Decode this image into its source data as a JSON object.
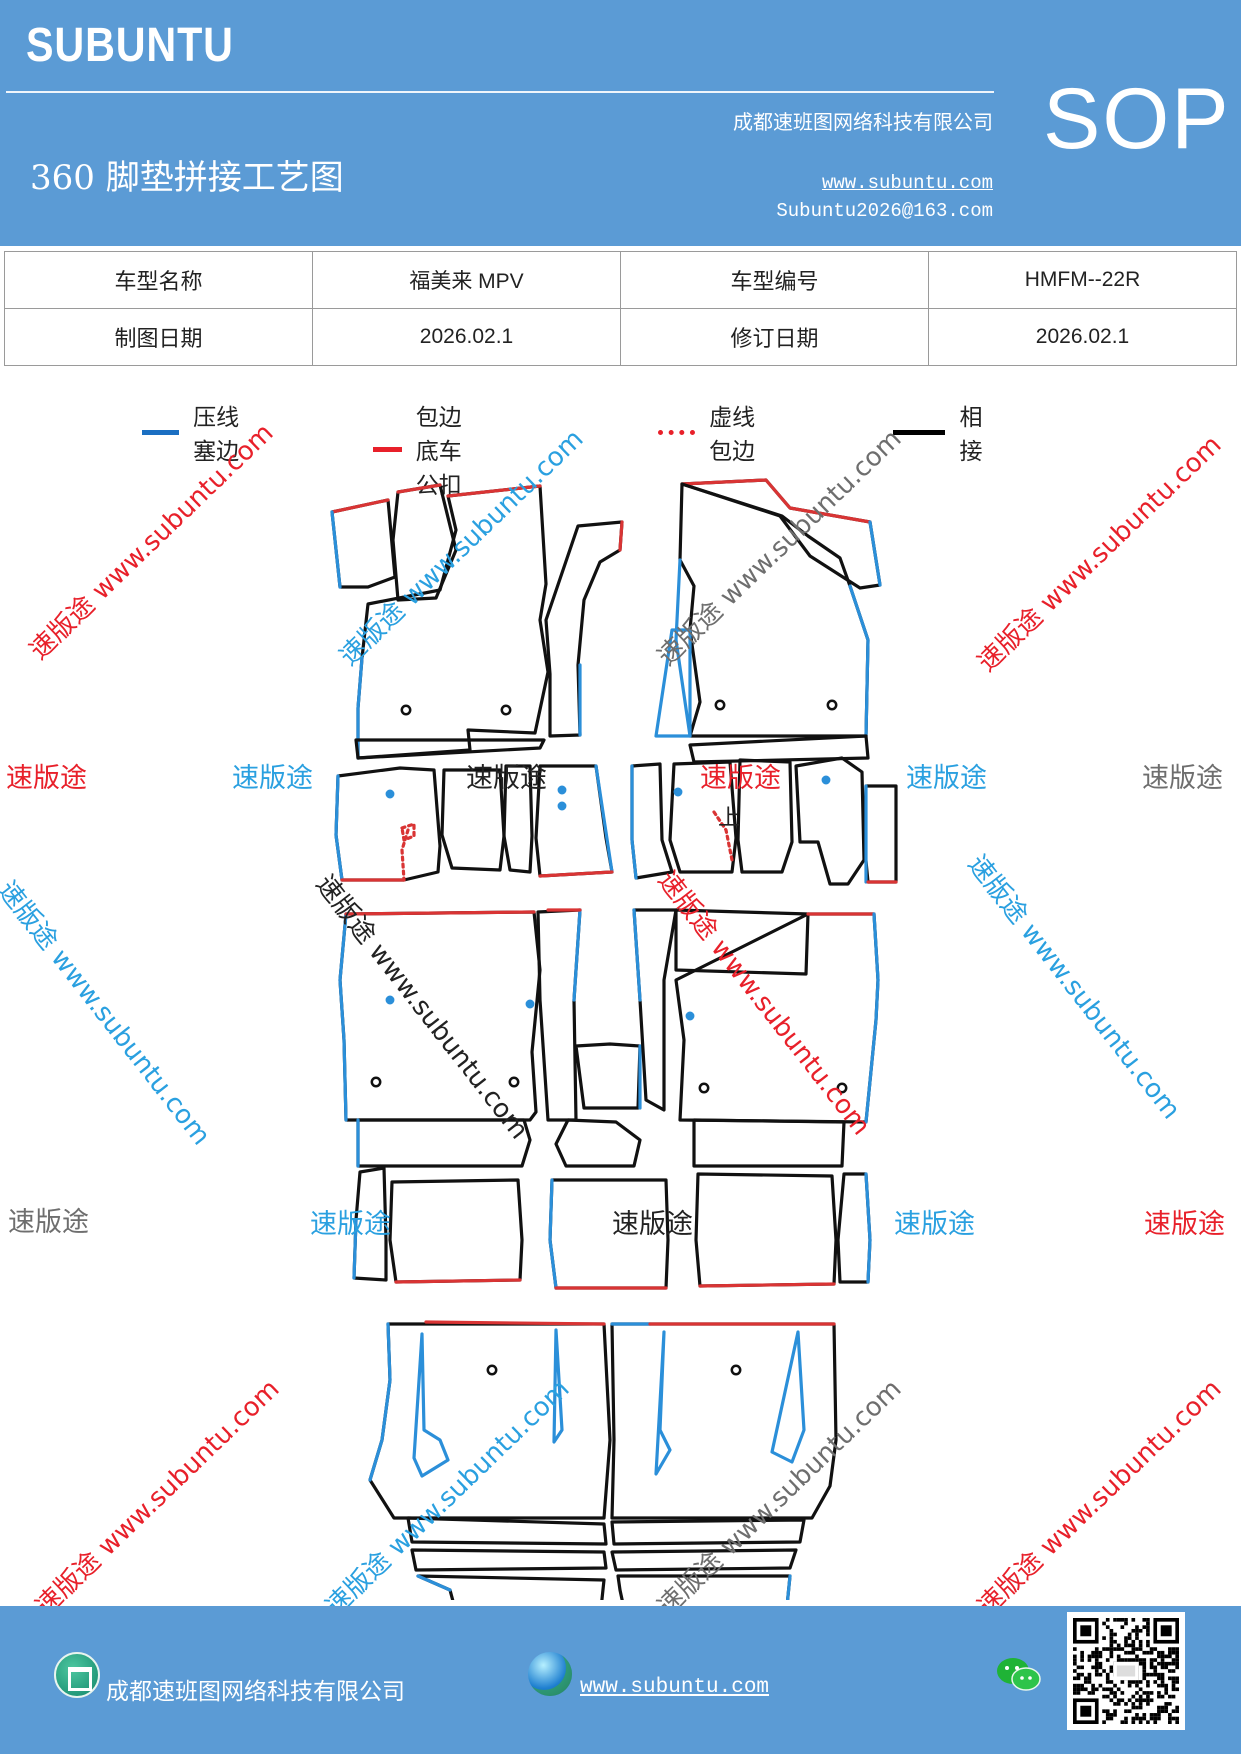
{
  "header": {
    "brand": "SUBUNTU",
    "company": "成都速班图网络科技有限公司",
    "title": "360 脚垫拼接工艺图",
    "website": "www.subuntu.com",
    "email": "Subuntu2026@163.com",
    "sop": "SOP"
  },
  "info": {
    "model_name_label": "车型名称",
    "model_name_value": "福美来 MPV",
    "model_code_label": "车型编号",
    "model_code_value": "HMFM--22R",
    "draw_date_label": "制图日期",
    "draw_date_value": "2026.02.1",
    "revise_date_label": "修订日期",
    "revise_date_value": "2026.02.1"
  },
  "legend": [
    {
      "label": "压线塞边",
      "color": "#1b6fc2",
      "style": "solid"
    },
    {
      "label": "包边底车公扣",
      "color": "#e8202a",
      "style": "solid"
    },
    {
      "label": "虚线包边",
      "color": "#e8202a",
      "style": "dotted"
    },
    {
      "label": "相接",
      "color": "#000000",
      "style": "solid"
    }
  ],
  "diagram": {
    "label_up": "上",
    "colors": {
      "blue": "#2b8fd9",
      "red": "#d93434",
      "black": "#111111"
    }
  },
  "watermarks": {
    "brand_cn": "速版途",
    "diag_text": "速版途 www.subuntu.com",
    "diag_text_rev": "速版途 www.subuntu.com",
    "colors": {
      "red": "#e8202a",
      "blue": "#2aa0e0",
      "gray": "#6e6e6e",
      "dark": "#222222"
    }
  },
  "footer": {
    "company": "成都速班图网络科技有限公司",
    "website": "www.subuntu.com "
  }
}
